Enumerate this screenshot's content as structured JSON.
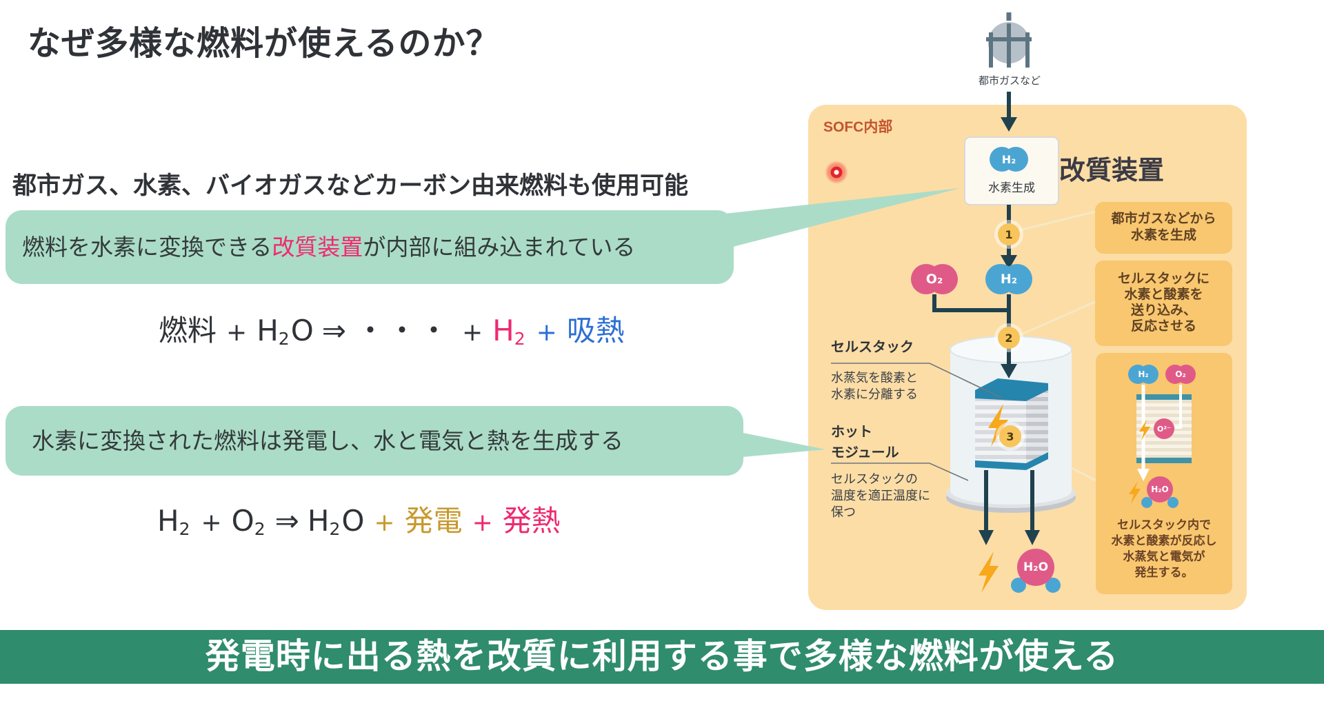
{
  "colors": {
    "ink": "#2f3237",
    "pink": "#ee2a70",
    "blue": "#2d6fd5",
    "gold": "#c8992e",
    "mint": "#abdcc8",
    "green": "#2f8c6c",
    "panel": "#fcdda6",
    "note": "#f8c76f",
    "notetext": "#5f4123",
    "rust": "#c2552f",
    "arrow": "#20414e",
    "molblue": "#4ba5d3",
    "molpink": "#e05a88",
    "teal": "#2585ad",
    "stepbg": "#f7c55c",
    "steptext": "#4a3a12",
    "bolt": "#f7a81b",
    "red": "#e62428"
  },
  "title": "なぜ多様な燃料が使えるのか？",
  "subtitle": "都市ガス、水素、バイオガスなどカーボン由来燃料も使用可能",
  "callout1": {
    "pre": "燃料を水素に変換できる",
    "highlight": "改質装置",
    "post": "が内部に組み込まれている"
  },
  "formula1": {
    "segments": [
      "燃料",
      "+",
      "H",
      "2",
      "O",
      "⇒",
      "・・・",
      "+",
      "H",
      "2",
      "+",
      "吸熱"
    ]
  },
  "callout2": {
    "text": "水素に変換された燃料は発電し、水と電気と熱を生成する"
  },
  "formula2": {
    "segments": [
      "H",
      "2",
      "+",
      "O",
      "2",
      "⇒",
      "H",
      "2",
      "O",
      "+",
      "発電",
      "+",
      "発熱"
    ]
  },
  "banner": {
    "text": "発電時に出る熱を改質に利用する事で多様な燃料が使える"
  },
  "diagram": {
    "source_label": "都市ガスなど",
    "panel_label": "SOFC内部",
    "reformer": {
      "molecule": "H₂",
      "label": "水素生成",
      "heading": "改質装置"
    },
    "steps": [
      "1",
      "2",
      "3"
    ],
    "molecules": {
      "o2": "O₂",
      "h2": "H₂",
      "h2o": "H₂O"
    },
    "cell_stack": {
      "label": "セルスタック",
      "desc1": "水蒸気を酸素と",
      "desc2": "水素に分離する"
    },
    "hot_module": {
      "label1": "ホット",
      "label2": "モジュール",
      "desc1": "セルスタックの",
      "desc2": "温度を適正温度に",
      "desc3": "保つ"
    },
    "side_notes": [
      {
        "lines": [
          "都市ガスなどから",
          "水素を生成"
        ]
      },
      {
        "lines": [
          "セルスタックに",
          "水素と酸素を",
          "送り込み、",
          "反応させる"
        ]
      },
      {
        "lines": [
          "セルスタック内で",
          "水素と酸素が反応し",
          "水蒸気と電気が",
          "発生する。"
        ],
        "mini": {
          "h2": "H₂",
          "o2": "O₂",
          "o2ion": "O²⁻",
          "h2o": "H₂O"
        }
      }
    ]
  }
}
